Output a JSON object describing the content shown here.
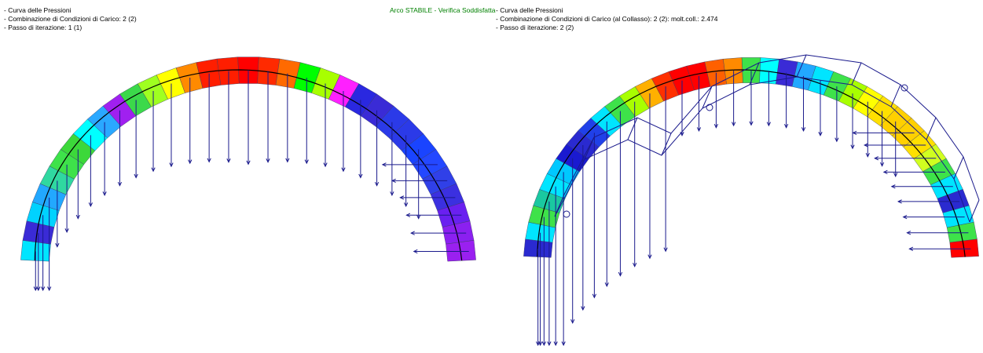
{
  "left": {
    "lines": [
      "- Curva delle Pressioni",
      "- Combinazione di Condizioni di Carico: 2  (2)",
      "- Passo di iterazione: 1  (1)"
    ],
    "status": "Arco STABILE - Verifica Soddisfatta",
    "status_color": "#008000",
    "block_colors": [
      "#00e5ff",
      "#3a2bd6",
      "#00d2ff",
      "#22a8ff",
      "#30d8a0",
      "#3ee24a",
      "#3cd83a",
      "#00ffff",
      "#2aa8ff",
      "#a020f0",
      "#3bd94a",
      "#9fff20",
      "#ffff00",
      "#ff8a00",
      "#ff1e00",
      "#ff1e00",
      "#ff0000",
      "#ff2a00",
      "#ff6a00",
      "#00ff00",
      "#a8ff00",
      "#ff20ff",
      "#2a28e0",
      "#3a2bd6",
      "#2b3ae8",
      "#2b3ae8",
      "#1a44ff",
      "#2448ff",
      "#3040e8",
      "#3b30e0",
      "#6a20f0",
      "#8b20f0",
      "#9a20f0"
    ]
  },
  "right": {
    "lines": [
      "- Curva delle Pressioni",
      "- Combinazione di Condizioni di Carico (al Collasso): 2  (2): molt.coll.: 2.474",
      "- Passo di iterazione: 2  (2)"
    ],
    "block_colors": [
      "#2a2ad0",
      "#00e5ff",
      "#3ee24a",
      "#1ac8a0",
      "#00e5ff",
      "#00c8ff",
      "#1a1ad0",
      "#2a2ad0",
      "#2040e8",
      "#00e5ff",
      "#3ee24a",
      "#a8ff00",
      "#ffb000",
      "#ff3000",
      "#ff0000",
      "#ff0000",
      "#ff6000",
      "#ff8a00",
      "#3ee24a",
      "#00ffff",
      "#3a2bd6",
      "#22a8ff",
      "#00e5ff",
      "#3ee24a",
      "#a8ff00",
      "#ffff00",
      "#ffe000",
      "#ffd000",
      "#ffd000",
      "#ffe000",
      "#d0ff20",
      "#3ee24a",
      "#00e5ff",
      "#2a2ad0",
      "#00e5ff",
      "#3ee24a",
      "#ff0000"
    ]
  },
  "colors": {
    "load_arrow": "#1a1a8c",
    "thrust_line": "#000000",
    "mechanism": "#1a1a8c"
  }
}
